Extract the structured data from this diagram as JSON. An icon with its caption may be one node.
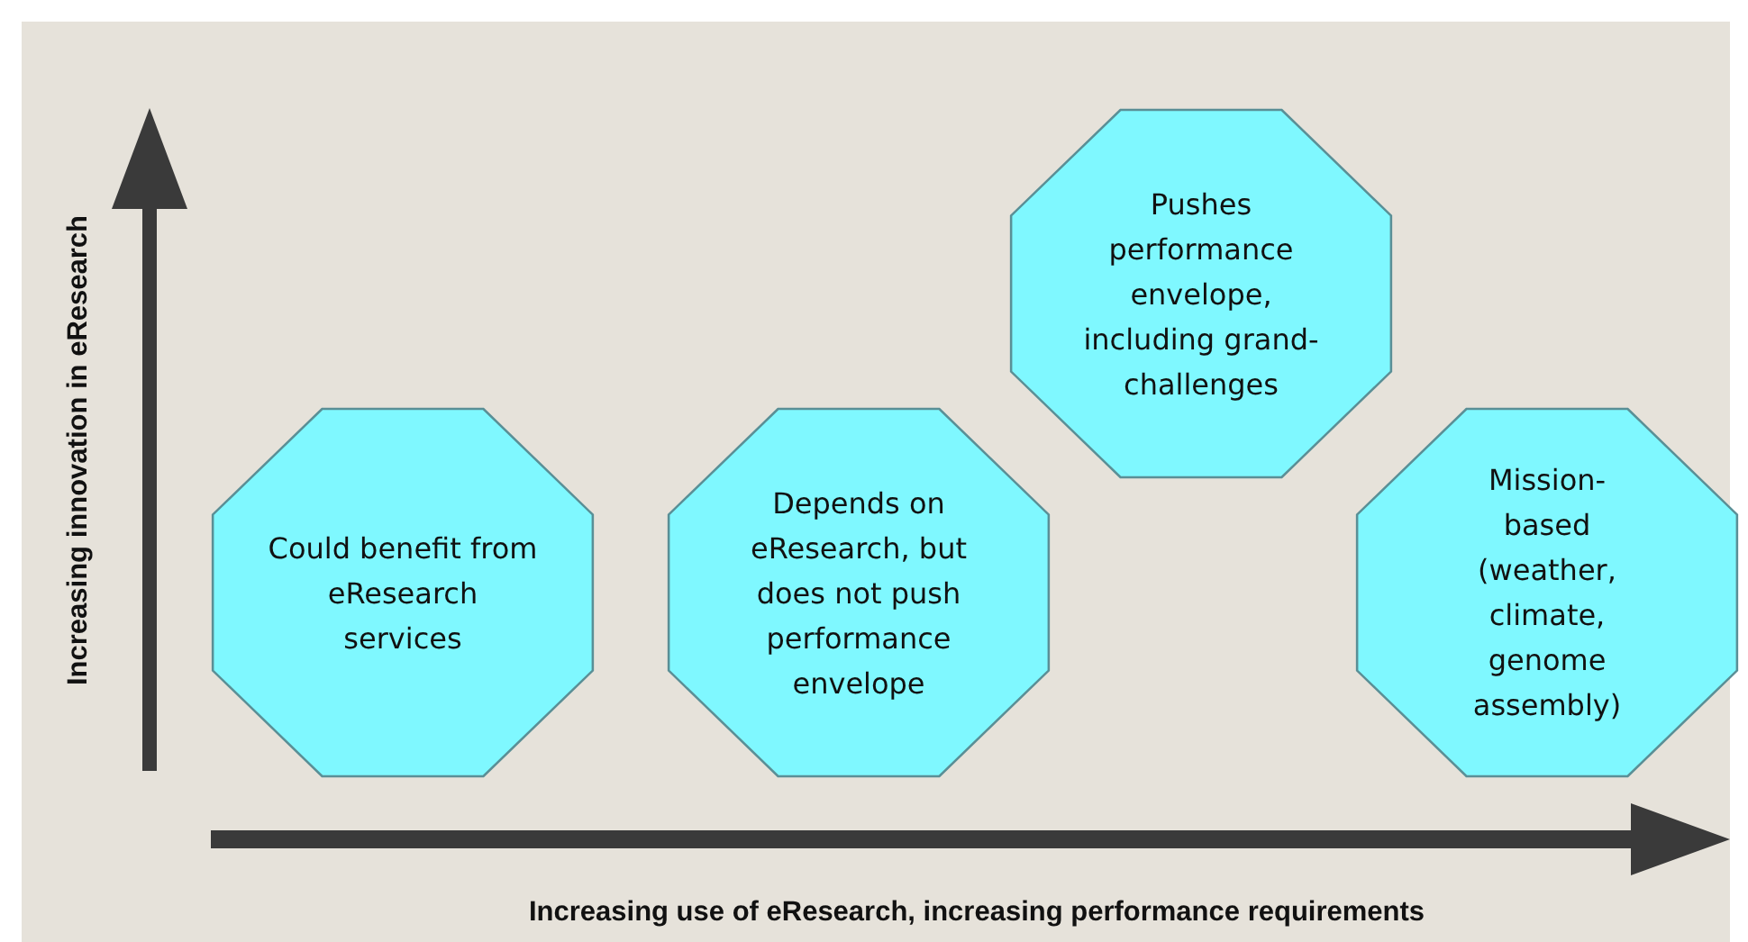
{
  "diagram": {
    "nodes": [
      {
        "text": [
          "Could benefit from eResearch services"
        ]
      },
      {
        "text": [
          "Depends on eResearch, but does not push performance envelope"
        ]
      },
      {
        "text": [
          "Pushes performance envelope, including grand-challenges"
        ]
      },
      {
        "text": [
          "Mission-based (weather, climate, genome assembly)"
        ]
      }
    ],
    "labels": [
      "Increasing innovation  in eResearch",
      "Increasing use of eResearch, increasing performance requirements"
    ]
  }
}
